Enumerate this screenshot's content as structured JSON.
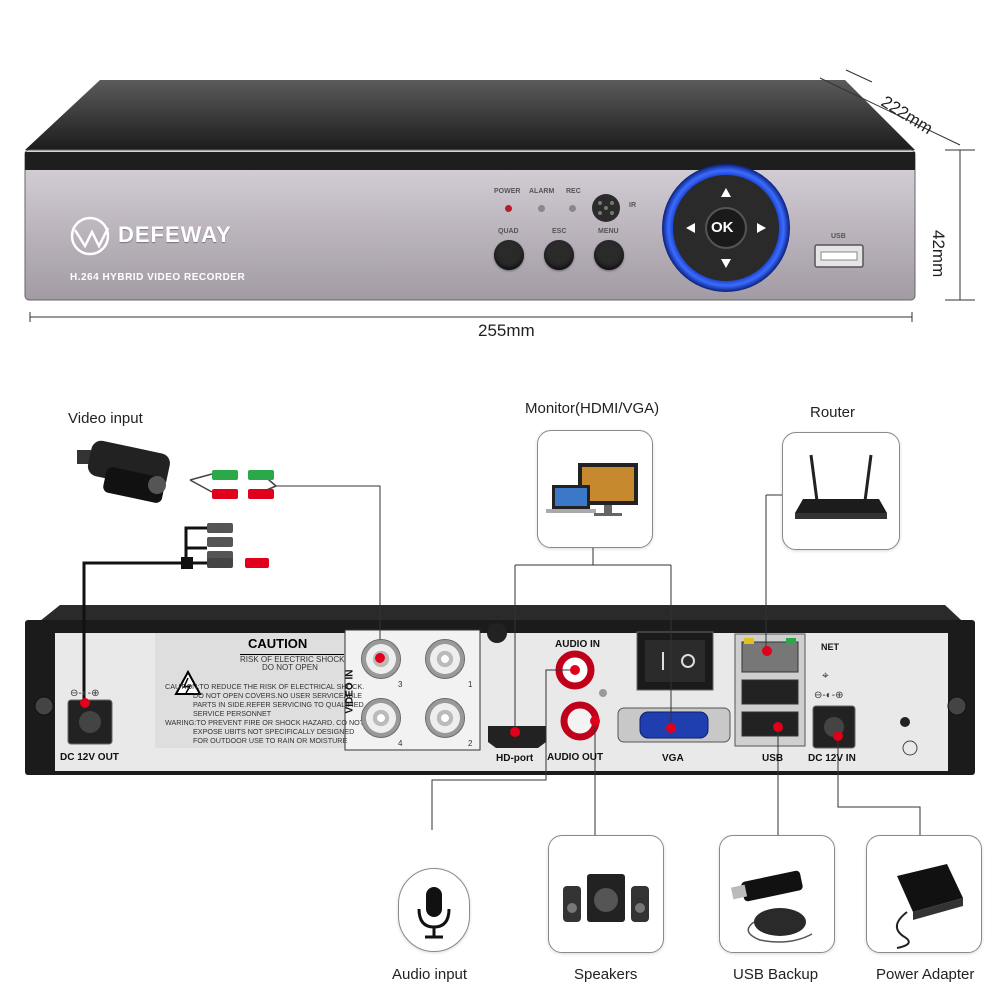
{
  "dimensions": {
    "depth": "222mm",
    "height": "42mm",
    "width": "255mm"
  },
  "front_panel": {
    "brand": "DEFEWAY",
    "model_line": "H.264 HYBRID VIDEO RECORDER",
    "indicators": [
      "POWER",
      "ALARM",
      "REC"
    ],
    "ir_label": "IR",
    "buttons": [
      "QUAD",
      "ESC",
      "MENU"
    ],
    "dpad_center": "OK",
    "usb_label": "USB"
  },
  "rear_panel": {
    "dc_out": "DC 12V OUT",
    "caution_title": "CAUTION",
    "caution_sub1": "RISK OF ELECTRIC SHOCK",
    "caution_sub2": "DO NOT OPEN",
    "caution_text": [
      "CAUTION:TO REDUCE THE RISK OF ELECTRICAL SHOCK.",
      "DO NOT OPEN COVERS.NO USER SERVICEABLE",
      "PARTS IN SIDE.REFER SERVICING TO QUALIFIED",
      "SERVICE PERSONNET",
      "WARING:TO PREVENT FIRE OR SHOCK HAZARD. CO NOT",
      "EXPOSE UBITS NOT SPECIFICALLY DESIGNED",
      "FOR OUTDOOR USE TO RAIN OR MOISTURE"
    ],
    "video_in": "VIDEO IN",
    "channels": [
      "3",
      "1",
      "4",
      "2"
    ],
    "audio_in": "AUDIO IN",
    "audio_out": "AUDIO OUT",
    "hd_port": "HD-port",
    "vga": "VGA",
    "net": "NET",
    "usb": "USB",
    "dc_in": "DC 12V IN"
  },
  "callouts": {
    "video_input": "Video input",
    "monitor": "Monitor(HDMI/VGA)",
    "router": "Router",
    "audio_input": "Audio input",
    "speakers": "Speakers",
    "usb_backup": "USB Backup",
    "power_adapter": "Power Adapter"
  },
  "colors": {
    "brand_blue": "#1f3a8a",
    "dpad_ring": "#1d4fd8",
    "connector_red": "#e0001b",
    "connector_green": "#2aa84a"
  }
}
